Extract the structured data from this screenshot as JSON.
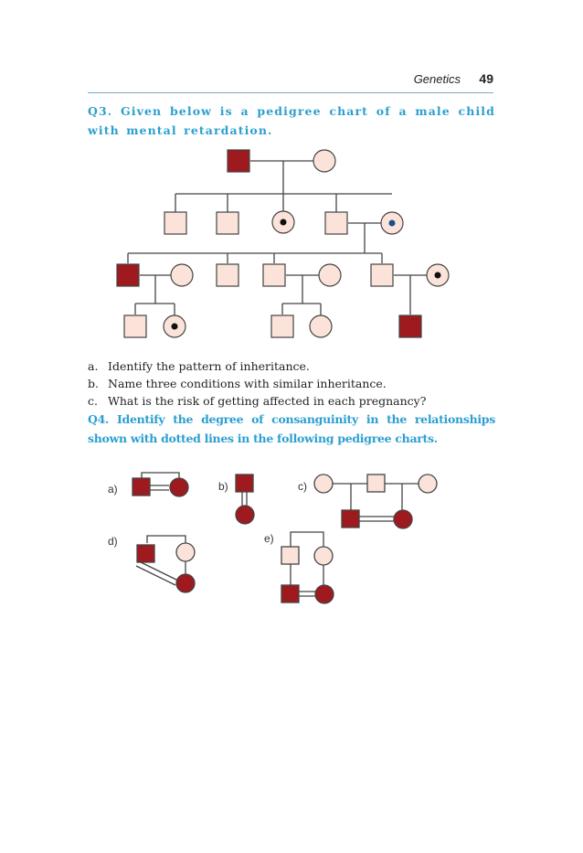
{
  "header": {
    "section": "Genetics",
    "page_number": "49"
  },
  "q3": {
    "text": "Q3. Given below is a pedigree chart of a male child with mental retardation.",
    "items": [
      {
        "label": "a.",
        "text": "Identify the pattern of inheritance."
      },
      {
        "label": "b.",
        "text": "Name three conditions with similar inheritance."
      },
      {
        "label": "c.",
        "text": "What is the risk of getting affected in each pregnancy?"
      }
    ]
  },
  "q4": {
    "text": "Q4. Identify the degree of consanguinity in the relationships shown with dotted lines in the following pedigree charts.",
    "panels": [
      {
        "label": "a)"
      },
      {
        "label": "b)"
      },
      {
        "label": "c)"
      },
      {
        "label": "d)"
      },
      {
        "label": "e)"
      }
    ]
  },
  "colors": {
    "affected": "#9e1a1f",
    "unaffected": "#fbe3da",
    "accent": "#2b9fcf",
    "line": "#444444"
  }
}
